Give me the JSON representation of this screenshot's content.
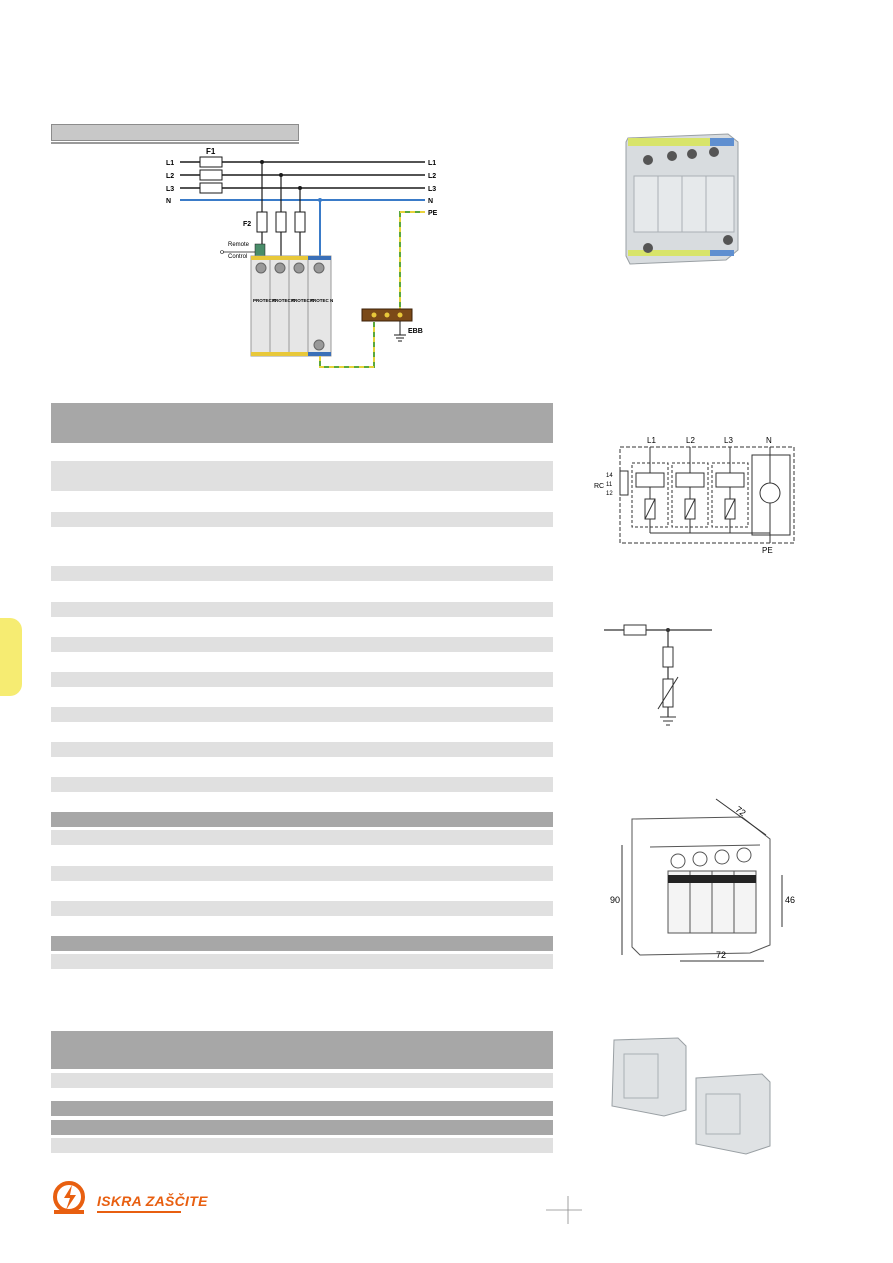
{
  "brand": {
    "name": "Iskra Zaščite",
    "logo_text": "ISKRA ZAŠČITE",
    "color": "#e85f10",
    "icon": "lightning-circle-icon"
  },
  "wiring": {
    "fuse_main": "F1",
    "fuse_branch": "F2",
    "lines_left": [
      "L1",
      "L2",
      "L3",
      "N"
    ],
    "lines_right": [
      "L1",
      "L2",
      "L3",
      "N",
      "PE"
    ],
    "remote_label_1": "Remote",
    "remote_label_2": "Control",
    "module_labels": [
      "PROTEC C",
      "PROTEC C",
      "PROTEC C",
      "PROTEC N"
    ],
    "ebb_label": "EBB",
    "colors": {
      "phase": "#1a1a1a",
      "neutral": "#3a7bc8",
      "pe_green": "#5aa83c",
      "pe_yellow": "#e8d23a",
      "busbar": "#7b4a18"
    }
  },
  "schematic": {
    "phases": [
      "L1",
      "L2",
      "L3",
      "N"
    ],
    "pe": "PE",
    "rc_label": "RC",
    "rc_pins": [
      "14",
      "11",
      "12"
    ]
  },
  "dimensions": {
    "width_top": "72",
    "width_bottom": "72",
    "height": "90",
    "depth": "46"
  },
  "colors": {
    "side_tab": "#f6ec72",
    "row_dark": "#a7a7a7",
    "row_light": "#e0e0e0"
  }
}
